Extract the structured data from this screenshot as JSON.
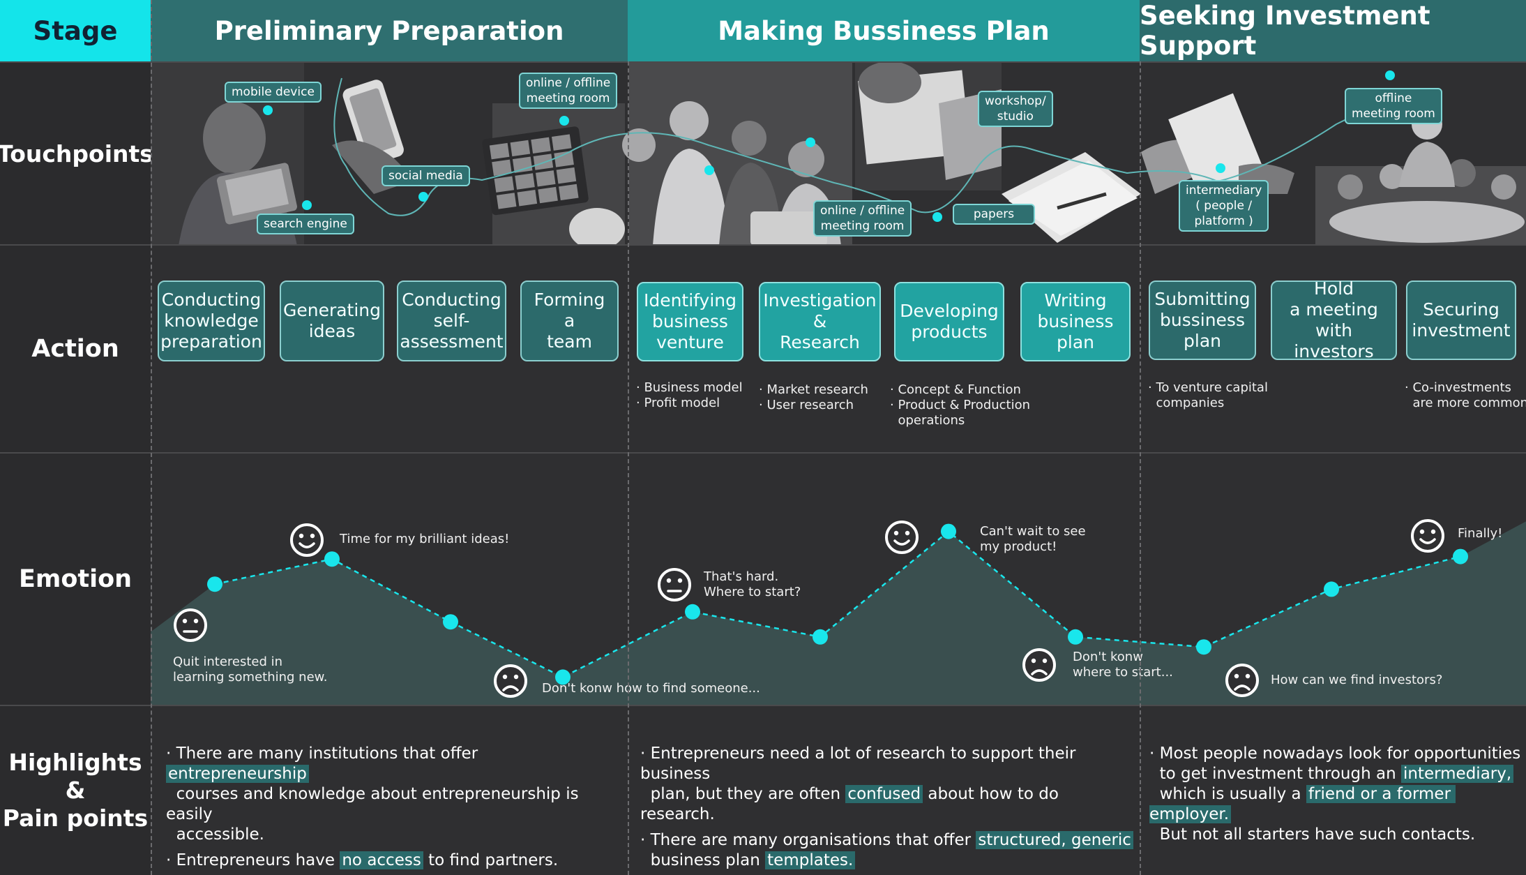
{
  "header": {
    "stage": "Stage",
    "stages": [
      "Preliminary Preparation",
      "Making Bussiness Plan",
      "Seeking Investment Support"
    ]
  },
  "rows": {
    "touchpoints": "Touchpoints",
    "action": "Action",
    "emotion": "Emotion",
    "highlights_line1": "Highlights",
    "highlights_line2": "&",
    "highlights_line3": "Pain points"
  },
  "touchpoints": [
    {
      "line1": "mobile device"
    },
    {
      "line1": "search engine"
    },
    {
      "line1": "social media"
    },
    {
      "line1": "online / offline",
      "line2": "meeting room"
    },
    {
      "line1": "workshop/",
      "line2": "studio"
    },
    {
      "line1": "online / offline",
      "line2": "meeting room"
    },
    {
      "line1": "papers"
    },
    {
      "line1": "offline",
      "line2": "meeting room"
    },
    {
      "line1": "intermediary",
      "line2": "( people /",
      "line3": "platform )"
    }
  ],
  "actions": [
    {
      "lines": [
        "Conducting",
        "knowledge",
        "preparation"
      ],
      "style": "dark"
    },
    {
      "lines": [
        "Generating",
        "ideas"
      ],
      "style": "dark"
    },
    {
      "lines": [
        "Conducting",
        "self-",
        "assessment"
      ],
      "style": "dark"
    },
    {
      "lines": [
        "Forming",
        "a",
        "team"
      ],
      "style": "dark"
    },
    {
      "lines": [
        "Identifying",
        "business",
        "venture"
      ],
      "style": "teal"
    },
    {
      "lines": [
        "Investigation",
        "&",
        "Research"
      ],
      "style": "teal"
    },
    {
      "lines": [
        "Developing",
        "products"
      ],
      "style": "teal"
    },
    {
      "lines": [
        "Writing",
        "business",
        "plan"
      ],
      "style": "teal"
    },
    {
      "lines": [
        "Submitting",
        "bussiness",
        "plan"
      ],
      "style": "dark"
    },
    {
      "lines": [
        "Hold",
        "a meeting",
        "with investors"
      ],
      "style": "dark"
    },
    {
      "lines": [
        "Securing",
        "investment"
      ],
      "style": "dark"
    }
  ],
  "action_notes": [
    "· Business model\n· Profit model",
    "· Market research\n· User research",
    "· Concept & Function\n· Product & Production\n  operations",
    "· To venture capital\n  companies",
    "· Co-investments\n  are more common"
  ],
  "emotion_text": [
    "Quit interested in\nlearning something new.",
    "Time for my brilliant ideas!",
    "Don't konw how to find someone...",
    "That's hard.\nWhere to start?",
    "Can't wait to see\nmy product!",
    "Don't konw\nwhere to start...",
    "How can we find investors?",
    "Finally!"
  ],
  "emotion_faces": [
    "neutral-face-icon",
    "happy-face-icon",
    "sad-face-icon",
    "neutral-face-icon",
    "happy-face-icon",
    "sad-face-icon",
    "sad-face-icon",
    "happy-face-icon"
  ],
  "emotion_levels": [
    0.48,
    0.58,
    0.33,
    0.11,
    0.37,
    0.27,
    0.69,
    0.27,
    0.23,
    0.46,
    0.59
  ],
  "highlights": {
    "col1": [
      {
        "parts": [
          "· There are many institutions that offer ",
          "entrepreneurship",
          "\n  courses and knowledge about entrepreneurship is easily\n  accessible."
        ]
      },
      {
        "parts": [
          "· Entrepreneurs have ",
          "no access",
          " to find partners."
        ]
      }
    ],
    "col2": [
      {
        "parts": [
          "· Entrepreneurs need a lot of research to support their business\n  plan, but they are often ",
          "confused",
          " about how to do research."
        ]
      },
      {
        "parts": [
          "· There are many organisations that offer ",
          "structured, generic",
          "\n  business plan ",
          "templates.",
          ""
        ]
      }
    ],
    "col3": [
      {
        "parts": [
          "· Most people nowadays look for opportunities\n  to get investment through an ",
          "intermediary,",
          "\n  which is usually a ",
          "friend or a former employer.",
          "\n  But not all starters have such contacts."
        ]
      }
    ]
  },
  "colors": {
    "accent": "#14e4ea",
    "teal": "#239b9a",
    "dark_teal": "#2c6a6b",
    "dot": "#19e6ec"
  }
}
